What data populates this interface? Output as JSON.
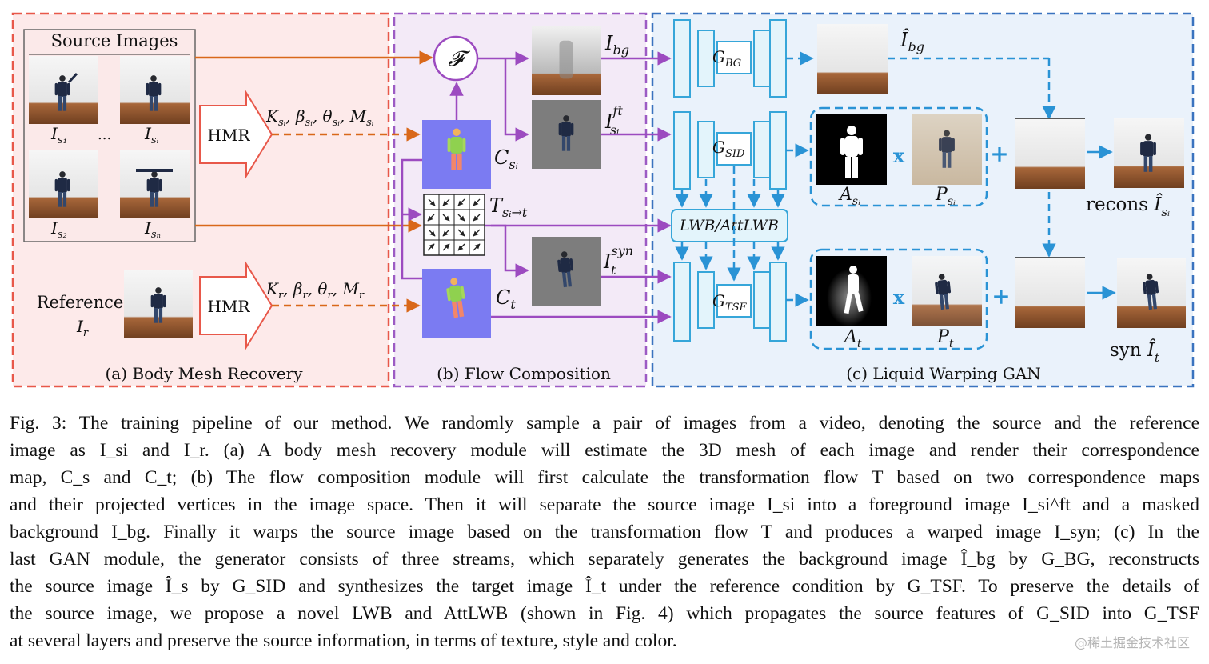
{
  "panels": {
    "a_label": "(a) Body Mesh Recovery",
    "b_label": "(b) Flow Composition",
    "c_label": "(c) Liquid Warping GAN"
  },
  "source": {
    "title": "Source Images",
    "labels": [
      "I_s1",
      "I_si",
      "I_s2",
      "I_sn"
    ],
    "ellipsis": "..."
  },
  "reference": {
    "label": "Reference",
    "symbol": "I_r"
  },
  "hmr": {
    "label": "HMR"
  },
  "params": {
    "source": "K_si, β_si, θ_si, M_si",
    "reference": "K_r, β_r, θ_r, M_r"
  },
  "flow": {
    "F": "𝓕",
    "I_bg": "I_bg",
    "I_ft": "I_si^ft",
    "C_s": "C_si",
    "T": "T_si→t",
    "C_t": "C_t",
    "I_syn": "I_t^syn"
  },
  "gan": {
    "g_bg": "G_BG",
    "g_sid": "G_SID",
    "g_tsf": "G_TSF",
    "lwb": "LWB/AttLWB",
    "hat_bg": "Î_bg",
    "A_s": "A_si",
    "P_s": "P_si",
    "A_t": "A_t",
    "P_t": "P_t",
    "times": "x",
    "plus": "+",
    "recons": "recons Î_si",
    "syn": "syn Î_t"
  },
  "caption": {
    "lines": [
      "Fig. 3: The training pipeline of our method. We randomly sample a pair of images from a video, denoting the source and the reference",
      "image as I_si and I_r. (a) A body mesh recovery module will estimate the 3D mesh of each image and render their correspondence",
      "map, C_s and C_t; (b) The flow composition module will first calculate the transformation flow T based on two correspondence maps",
      "and their projected vertices in the image space. Then it will separate the source image I_si into a foreground image I_si^ft and a masked",
      "background I_bg. Finally it warps the source image based on the transformation flow T and produces a warped image I_syn; (c) In the",
      "last GAN module, the generator consists of three streams, which separately generates the background image Î_bg by G_BG, reconstructs",
      "the source image Î_s by G_SID and synthesizes the target image Î_t under the reference condition by G_TSF. To preserve the details of",
      "the source image, we propose a novel LWB and AttLWB (shown in Fig. 4) which propagates the source features of G_SID into G_TSF",
      "at several layers and preserve the source information, in terms of texture, style and color."
    ]
  },
  "watermark": "@稀土掘金技术社区",
  "colors": {
    "panel_a_fill": "#fdeaea",
    "panel_a_stroke": "#e8584a",
    "panel_b_fill": "#f3eaf7",
    "panel_b_stroke": "#9c5bc4",
    "panel_c_fill": "#eaf2fb",
    "panel_c_stroke": "#3a73bf",
    "orange_arrow": "#d9681a",
    "purple_arrow": "#9c4bc0",
    "blue_arrow": "#2a93d5",
    "net_stroke": "#36a6d9",
    "net_fill": "#e3f4fb",
    "mesh_bg": "#7b7bf2"
  }
}
